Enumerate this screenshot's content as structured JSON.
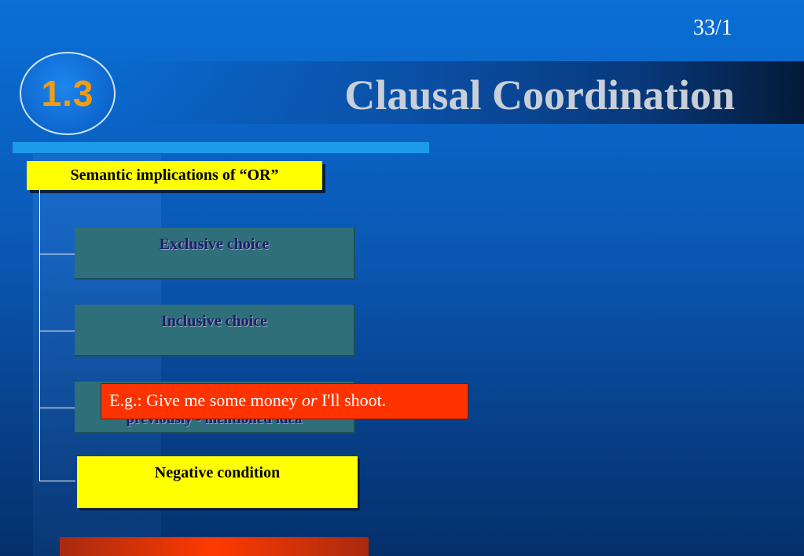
{
  "slide": {
    "page_number": "33/1",
    "section_number": "1.3",
    "title": "Clausal Coordination",
    "heading": "Semantic implications of “OR”",
    "nodes": [
      {
        "label": "Exclusive choice"
      },
      {
        "label": "Inclusive choice"
      },
      {
        "label": "previously - mentioned idea"
      },
      {
        "label": "Negative condition"
      }
    ],
    "example": {
      "before": "E.g.: Give me some money ",
      "emphasis": "or",
      "after": " I'll shoot."
    }
  },
  "colors": {
    "background": "#0a58b4",
    "heading_fill": "#ffff00",
    "node_fill": "#2e6f7a",
    "highlight_fill": "#ffff00",
    "example_fill": "#ff3300",
    "accent_bar": "#1b9bea",
    "badge_text": "#f39c12",
    "title_text": "#c9cfd8"
  }
}
